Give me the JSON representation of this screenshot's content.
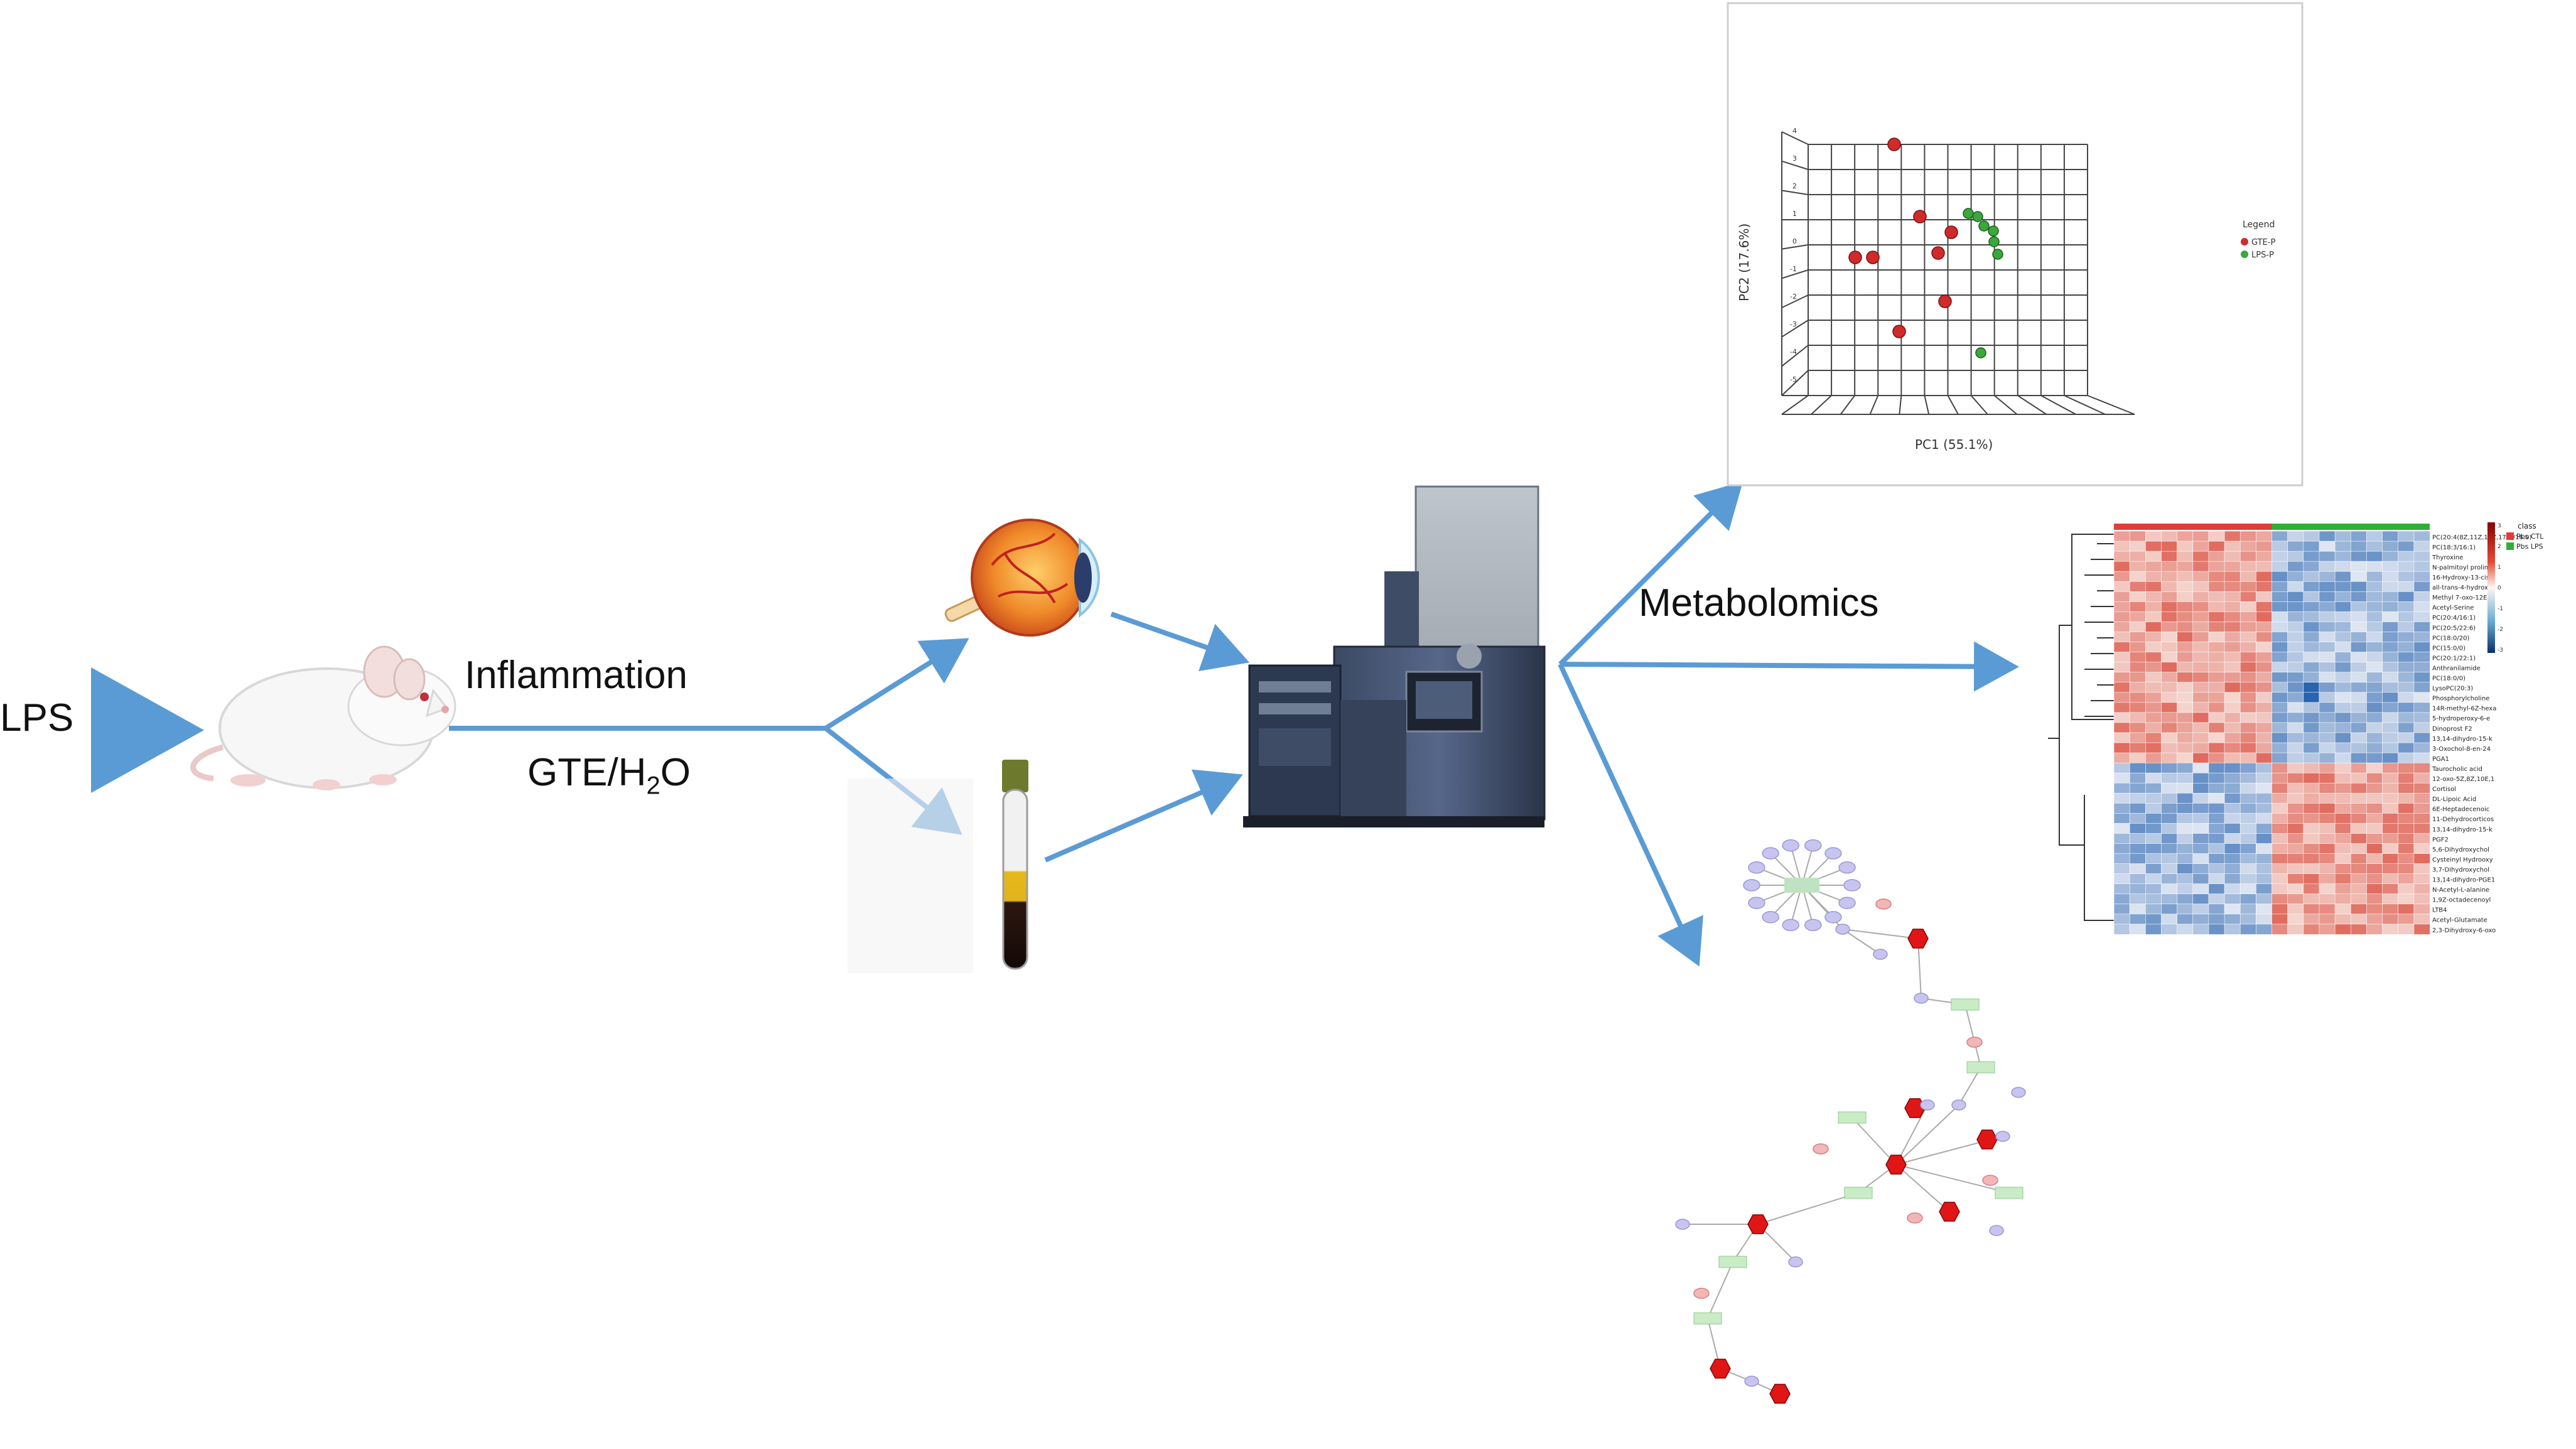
{
  "labels": {
    "lps": "LPS",
    "inflammation": "Inflammation",
    "gte_prefix": "GTE/H",
    "gte_sub": "2",
    "gte_suffix": "O",
    "metabolomics": "Metabolomics"
  },
  "pca": {
    "x_label": "PC1 (55.1%)",
    "y_label": "PC2 (17.6%)",
    "legend_title": "Legend",
    "legend_items": [
      "GTE-P",
      "LPS-P"
    ],
    "y_ticks": [
      "4",
      "3",
      "2",
      "1",
      "0",
      "-1",
      "-2",
      "-3",
      "-4",
      "-5"
    ]
  },
  "heatmap": {
    "legend_title": "class",
    "legend_items": [
      "Pbs CTL",
      "Pbs LPS"
    ],
    "scale_ticks": [
      "3",
      "2",
      "1",
      "0",
      "-1",
      "-2",
      "-3"
    ],
    "rows": [
      "PC(20:4(8Z,11Z,14Z,17Z)/16:0)",
      "PC(18:3/16:1)",
      "Thyroxine",
      "N-palmitoyl proline",
      "16-Hydroxy-13-cis",
      "all-trans-4-hydrox",
      "Methyl 7-oxo-12E-t",
      "Acetyl-Serine",
      "PC(20:4/16:1)",
      "PC(20:5/22:6)",
      "PC(18:0/20)",
      "PC(15:0/0)",
      "PC(20:1/22:1)",
      "Anthranilamide",
      "PC(18:0/0)",
      "LysoPC(20:3)",
      "Phosphorylcholine",
      "14R-methyl-6Z-hexa",
      "5-hydroperoxy-6-e",
      "Dinoprost F2",
      "13,14-dihydro-15-k",
      "3-Oxochol-8-en-24",
      "PGA1",
      "Taurocholic acid",
      "12-oxo-5Z,8Z,10E,1",
      "Cortisol",
      "DL-Lipoic Acid",
      "6E-Heptadecenoic",
      "11-Dehydrocorticos",
      "13,14-dihydro-15-k",
      "PGF2",
      "5,6-Dihydroxychol",
      "Cysteinyl Hydrooxy",
      "3,7-Dihydroxychol",
      "13,14-dihydro-PGE1",
      "N-Acetyl-L-alanine",
      "1,9Z-octadecenoyl",
      "LTB4",
      "Acetyl-Glutamate",
      "2,3-Dihydroxy-6-oxo"
    ]
  },
  "colors": {
    "arrow": "#5b9bd5",
    "red_dot": "#d02a2a",
    "green_dot": "#3aa83a",
    "heat_hi": "#d73027",
    "heat_lo": "#2c6fb6",
    "class_ctl": "#e23b3b",
    "class_lps": "#2fae3a"
  },
  "icons": {
    "rat": "white-rat-icon",
    "eye": "eye-anatomy-icon",
    "tube": "blood-tube-icon",
    "instrument": "mass-spectrometer-icon",
    "network": "metabolic-network-icon"
  }
}
